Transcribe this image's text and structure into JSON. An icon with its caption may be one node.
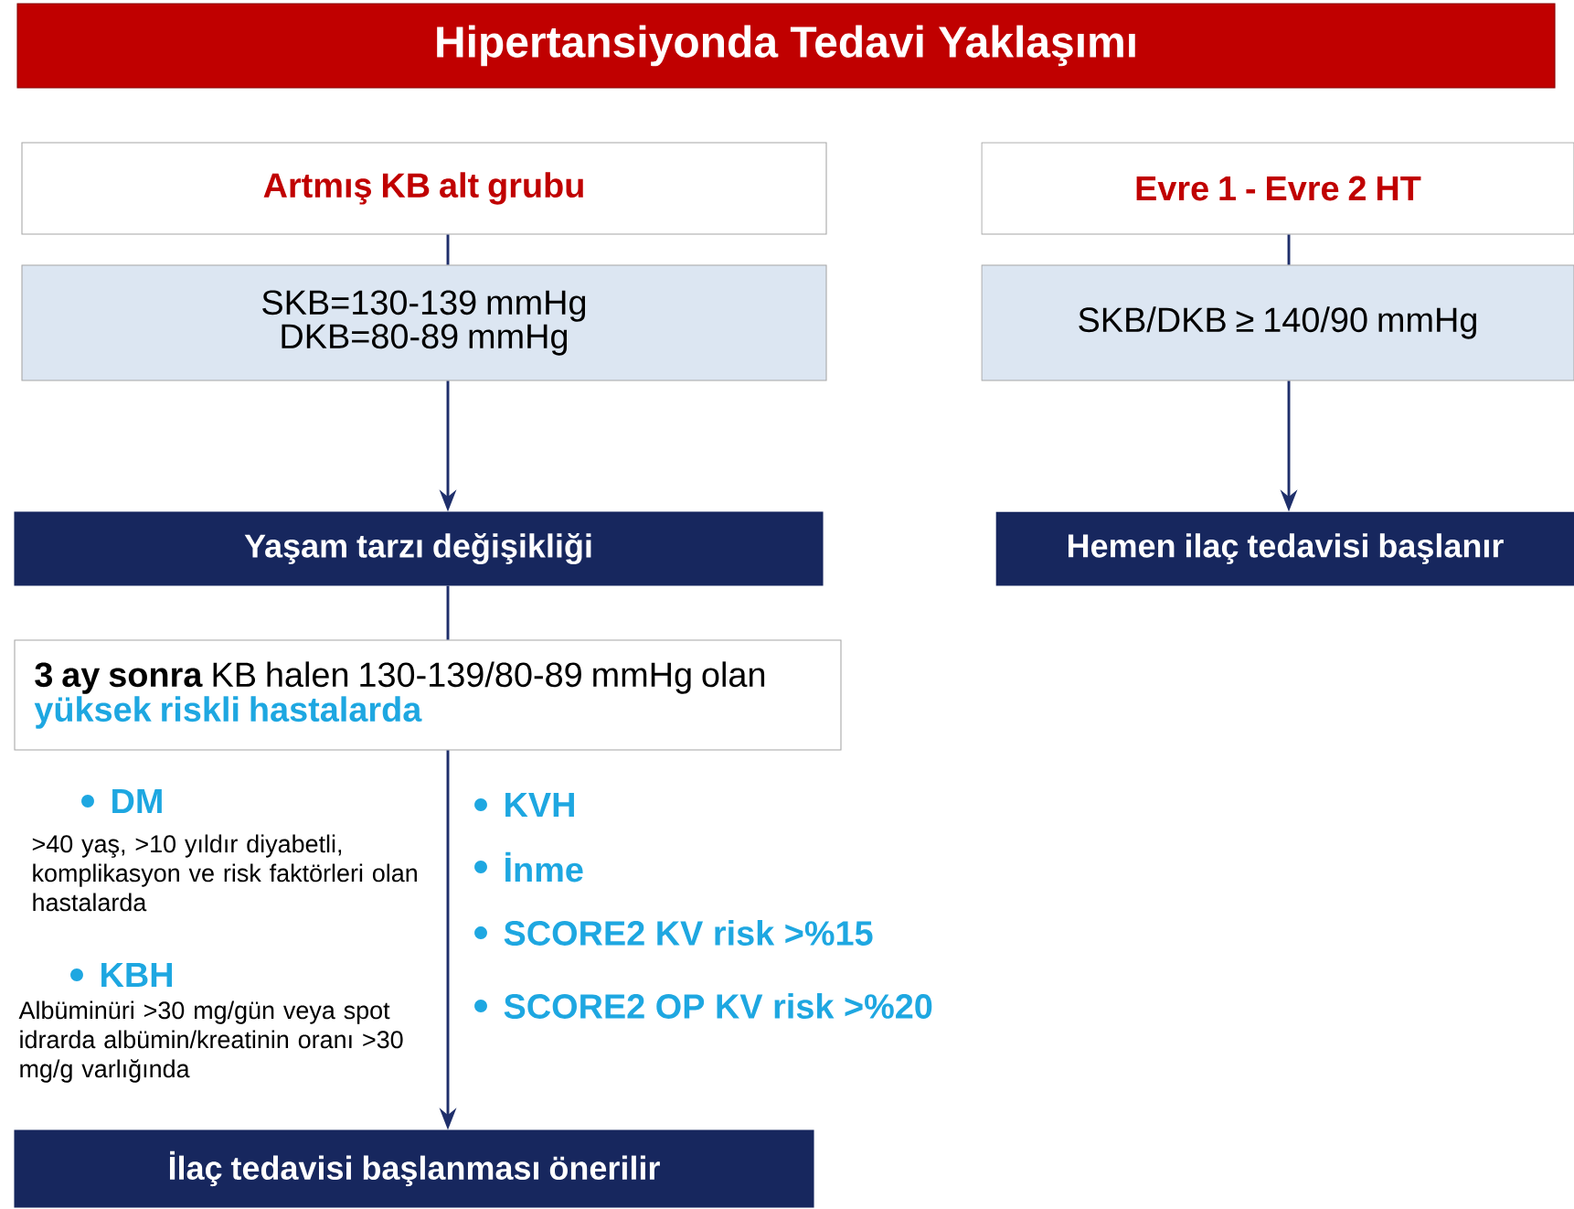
{
  "diagram": {
    "title": "Hipertansiyonda Tedavi Yaklaşımı",
    "nodes": [
      {
        "text": [
          "Artmış KB alt grubu"
        ]
      },
      {
        "text": [
          "SKB=130-139 mmHg",
          "DKB=80-89 mmHg"
        ]
      },
      {
        "text": [
          "Evre 1 - Evre 2 HT"
        ]
      },
      {
        "text": [
          "SKB/DKB ≥ 140/90 mmHg"
        ]
      },
      {
        "text": [
          "Yaşam tarzı değişikliği"
        ]
      },
      {
        "text": [
          "Hemen ilaç tedavisi başlanır"
        ]
      },
      {
        "text": [
          "**3 ay sonra** KB halen 130-139/80-89 mmHg olan",
          "yüksek riskli hastalarda"
        ]
      },
      {
        "text": [
          "İlaç tedavisi başlanması önerilir"
        ]
      }
    ],
    "edges": [
      {
        "from": 0,
        "to": 1,
        "arrow": "none"
      },
      {
        "from": 1,
        "to": 4,
        "arrow": "to"
      },
      {
        "from": 2,
        "to": 3,
        "arrow": "none"
      },
      {
        "from": 3,
        "to": 5,
        "arrow": "to"
      },
      {
        "from": 4,
        "to": 6,
        "arrow": "none"
      },
      {
        "from": 6,
        "to": 7,
        "arrow": "to"
      }
    ],
    "labels": [
      "DM",
      ">40 yaş, >10 yıldır diyabetli, komplikasyon ve risk faktörleri olan hastalarda",
      "KBH",
      "Albüminüri >30 mg/gün veya spot idrarda albümin/kreatinin oranı >30 mg/g varlığında",
      "KVH",
      "İnme",
      "SCORE2 KV risk >%15",
      "SCORE2 OP KV risk >%20"
    ]
  }
}
